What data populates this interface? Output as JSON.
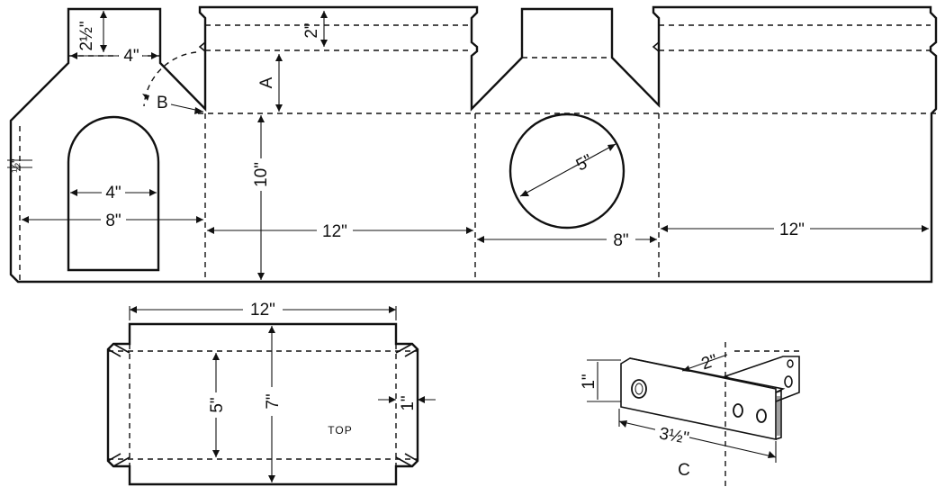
{
  "labels": {
    "dim_2_5_top": "2½\"",
    "dim_4_neck": "4\"",
    "dim_2_flap": "2\"",
    "label_A": "A",
    "label_B": "B",
    "dim_half_left": "½\"",
    "dim_4_arch": "4\"",
    "dim_8_left": "8\"",
    "dim_10": "10\"",
    "dim_12_side1": "12\"",
    "dim_5_circle": "5\"",
    "dim_8_right": "8\"",
    "dim_12_side2": "12\"",
    "top_dim_12": "12\"",
    "top_dim_5": "5\"",
    "top_dim_7": "7\"",
    "top_dim_1": "1\"",
    "top_label": "TOP",
    "bracket_dim_1": "1\"",
    "bracket_dim_2": "2\"",
    "bracket_dim_3_5": "3½\"",
    "bracket_label": "C"
  }
}
